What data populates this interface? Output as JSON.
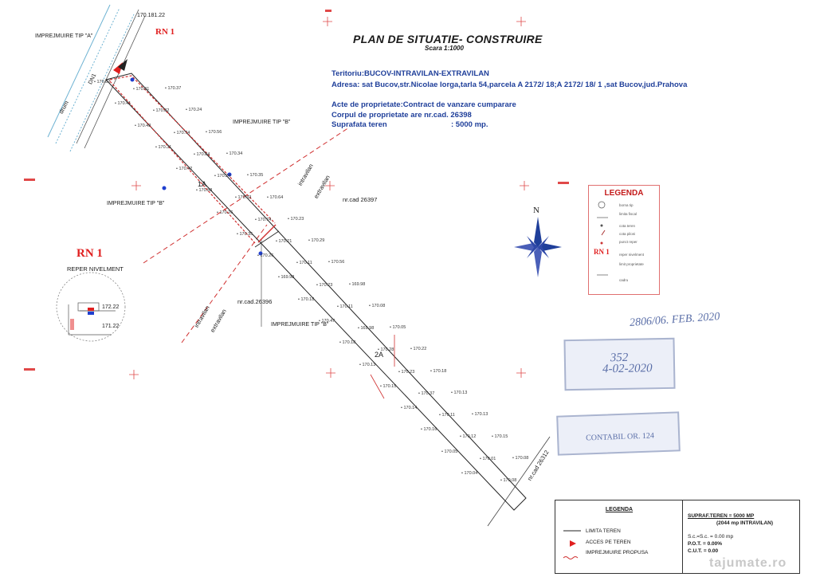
{
  "header": {
    "title": "PLAN DE SITUATIE- CONSTRUIRE",
    "scale": "Scara 1:1000"
  },
  "info": {
    "teritoriu": "Teritoriu:BUCOV-INTRAVILAN-EXTRAVILAN",
    "adresa": "Adresa: sat Bucov,str.Nicolae Iorga,tarla 54,parcela A 2172/ 18;A 2172/ 18/ 1 ,sat Bucov,jud.Prahova",
    "acte": "Acte de proprietate:Contract de vanzare cumparare",
    "corpul": "Corpul de proprietate are nr.cad. 26398",
    "suprafata_label": "Suprafata teren",
    "suprafata_value": ": 5000 mp."
  },
  "plan": {
    "rn1_top": "RN 1",
    "drum": "drum",
    "dn1": "DN1",
    "imprejmuire_a": "IMPREJMUIRE TIP \"A\"",
    "imprejmuire_b1": "IMPREJMUIRE TIP \"B\"",
    "imprejmuire_b2": "IMPREJMUIRE TIP \"B\"",
    "imprejmuire_b3": "IMPREJMUIRE TIP \"B\"",
    "intravilan_1": "intravilan",
    "extravilan_1": "extravilan",
    "intravilan_2": "intravilan",
    "extravilan_2": "extravilan",
    "cad_26397": "nr.cad 26397",
    "cad_26396": "nr.cad.26396",
    "cad_26312": "nr.cad 26312",
    "parcel_1a": "1A",
    "parcel_2a": "2A",
    "north": "N",
    "top_coords": "170.181.22",
    "elevations": [
      "170.82",
      "170.81",
      "170.37",
      "170.41",
      "170.82",
      "170.24",
      "170.43",
      "170.74",
      "170.56",
      "170.31",
      "170.84",
      "170.34",
      "170.42",
      "170.24",
      "170.35",
      "170.88",
      "170.33",
      "170.64",
      "170.26",
      "170.74",
      "170.23",
      "170.35",
      "170.21",
      "170.29",
      "170.26",
      "170.11",
      "170.56",
      "169.98",
      "170.23",
      "169.98",
      "170.18",
      "170.11",
      "170.08",
      "170.47",
      "169.98",
      "170.05",
      "170.18",
      "170.28",
      "170.22",
      "170.13",
      "170.23",
      "170.18",
      "170.15",
      "170.37",
      "170.13",
      "170.14",
      "170.11",
      "170.13",
      "170.16",
      "170.12",
      "170.15",
      "170.05",
      "170.01",
      "170.08",
      "170.04",
      "170.08"
    ]
  },
  "reper": {
    "title": "RN 1",
    "subtitle": "REPER NIVELMENT",
    "elev_top": "172.22",
    "elev_bottom": "171.22"
  },
  "legend": {
    "title": "LEGENDA",
    "rn_label": "RN 1",
    "items": [
      "borna tip",
      "limita fiscal",
      "cota teren",
      "cota piloni",
      "punct reper",
      "reper nivelment",
      "limit proprietate",
      "cadru"
    ]
  },
  "legend_bottom": {
    "title": "LEGENDA",
    "items": [
      "LIMITA TEREN",
      "ACCES PE TEREN",
      "IMPREJMUIRE PROPUSA"
    ]
  },
  "summary": {
    "suprafata": "SUPRAF.TEREN = 5000 MP",
    "intravilan": "(2044 mp INTRAVILAN)",
    "sc": "S.c.=S.c. = 0.00 mp",
    "pot": "P.O.T. = 0.00%",
    "cut": "C.U.T. = 0.00"
  },
  "stamps": {
    "handwritten_1": "2806/06. FEB. 2020",
    "handwritten_2": "352",
    "handwritten_3": "4-02-2020",
    "stamp_text": "CONTABIL OR. 124"
  },
  "watermark": "tajumate.ro",
  "colors": {
    "boundary": "#222222",
    "fence": "#d03030",
    "access": "#e01f1f",
    "text_blue": "#1f3f9a",
    "stamp": "#5b6fa8"
  }
}
